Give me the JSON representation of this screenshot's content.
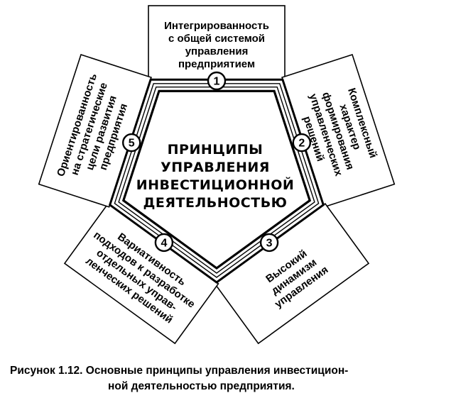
{
  "center_title": [
    "ПРИНЦИПЫ",
    "УПРАВЛЕНИЯ",
    "ИНВЕСТИЦИОННОЙ",
    "ДЕЯТЕЛЬНОСТЬЮ"
  ],
  "principles": [
    {
      "number": "1",
      "lines": [
        "Интегрированность",
        "с общей системой",
        "управления",
        "предприятием"
      ]
    },
    {
      "number": "2",
      "lines": [
        "Комплексный",
        "характер",
        "формирования",
        "управленческих",
        "решений"
      ]
    },
    {
      "number": "3",
      "lines": [
        "Высокий",
        "динамизм",
        "управления"
      ]
    },
    {
      "number": "4",
      "lines": [
        "Вариативность",
        "подходов к разработке",
        "отдельных управ-",
        "ленческих решений"
      ]
    },
    {
      "number": "5",
      "lines": [
        "Ориентированность",
        "на стратегические",
        "цели развития",
        "предприятия"
      ]
    }
  ],
  "caption": {
    "line1": "Рисунок 1.12.  Основные принципы управления инвестицион-",
    "line2": "ной деятельностью предприятия."
  }
}
